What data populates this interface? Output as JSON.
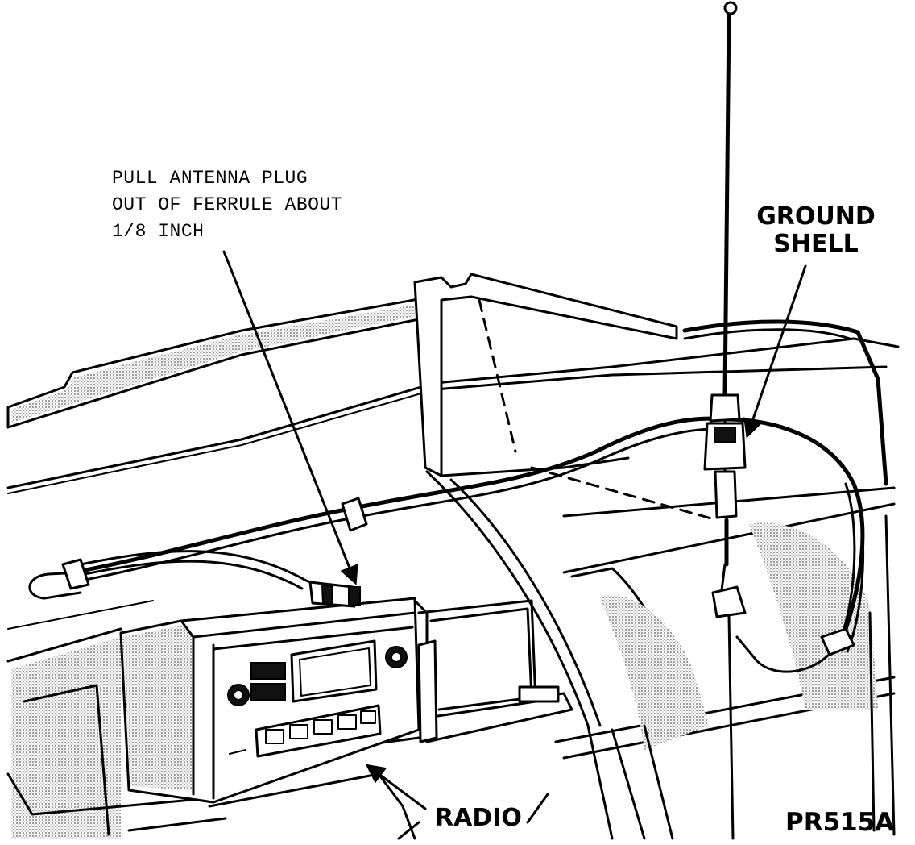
{
  "callouts": {
    "antenna_plug": "PULL ANTENNA PLUG\nOUT OF FERRULE ABOUT\n1/8 INCH",
    "ground_shell": "GROUND\nSHELL",
    "radio": "RADIO"
  },
  "figure_id": "PR515A"
}
